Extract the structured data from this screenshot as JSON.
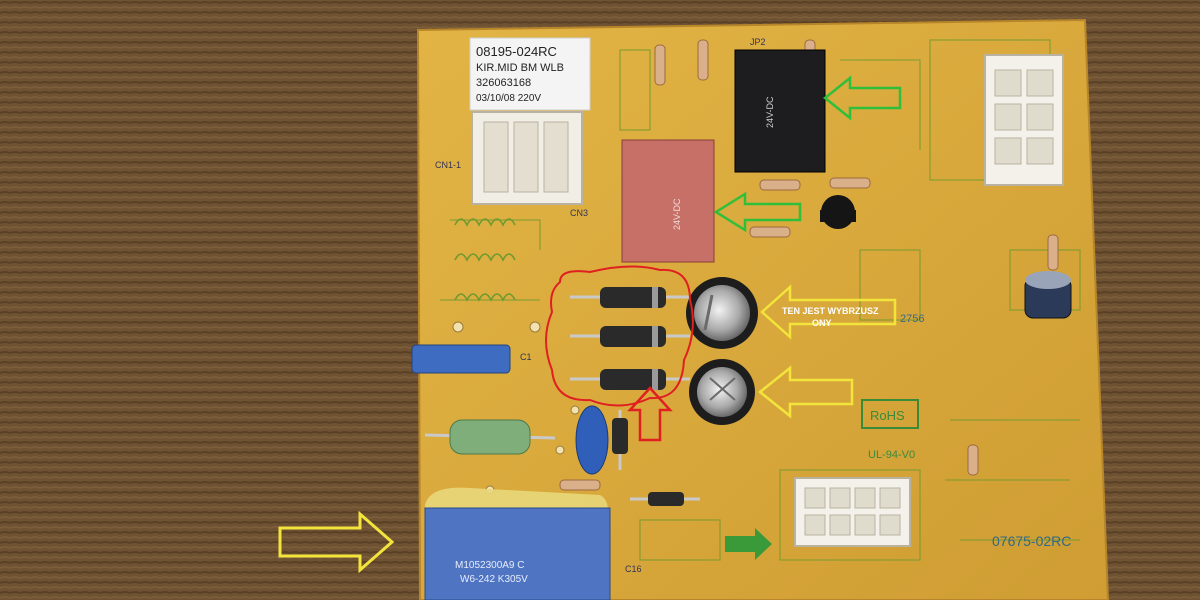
{
  "photo": {
    "label_sticker": {
      "part_number": "08195-024RC",
      "model_line": "KIR.MID BM WLB",
      "serial": "326063168",
      "date_voltage": "03/10/08 220V"
    },
    "board_codes": {
      "bottom_right": "07675-02RC",
      "rohs": "RoHS",
      "ul": "UL-94-V0",
      "date_mark": "2756"
    },
    "connectors": {
      "cn1": "CN1-1",
      "cn3": "CN3",
      "jp2": "JP2"
    },
    "components": {
      "relay_black_text": "24V-DC",
      "relay_red_text": "24V-DC",
      "film_cap_text": "M1052300A9 C",
      "film_cap_text2": "W6-242 K305V",
      "c16": "C16",
      "c1": "C1"
    },
    "annotation": {
      "note_line1": "TEN JEST WYBRZUSZ",
      "note_line2": "ONY"
    },
    "colors": {
      "fabric": "#6b5030",
      "pcb": "#d8a93a",
      "arrow_yellow": "#f2e43a",
      "arrow_green": "#2fbf3a",
      "arrow_red": "#e02020",
      "circle_red": "#e02020"
    }
  }
}
